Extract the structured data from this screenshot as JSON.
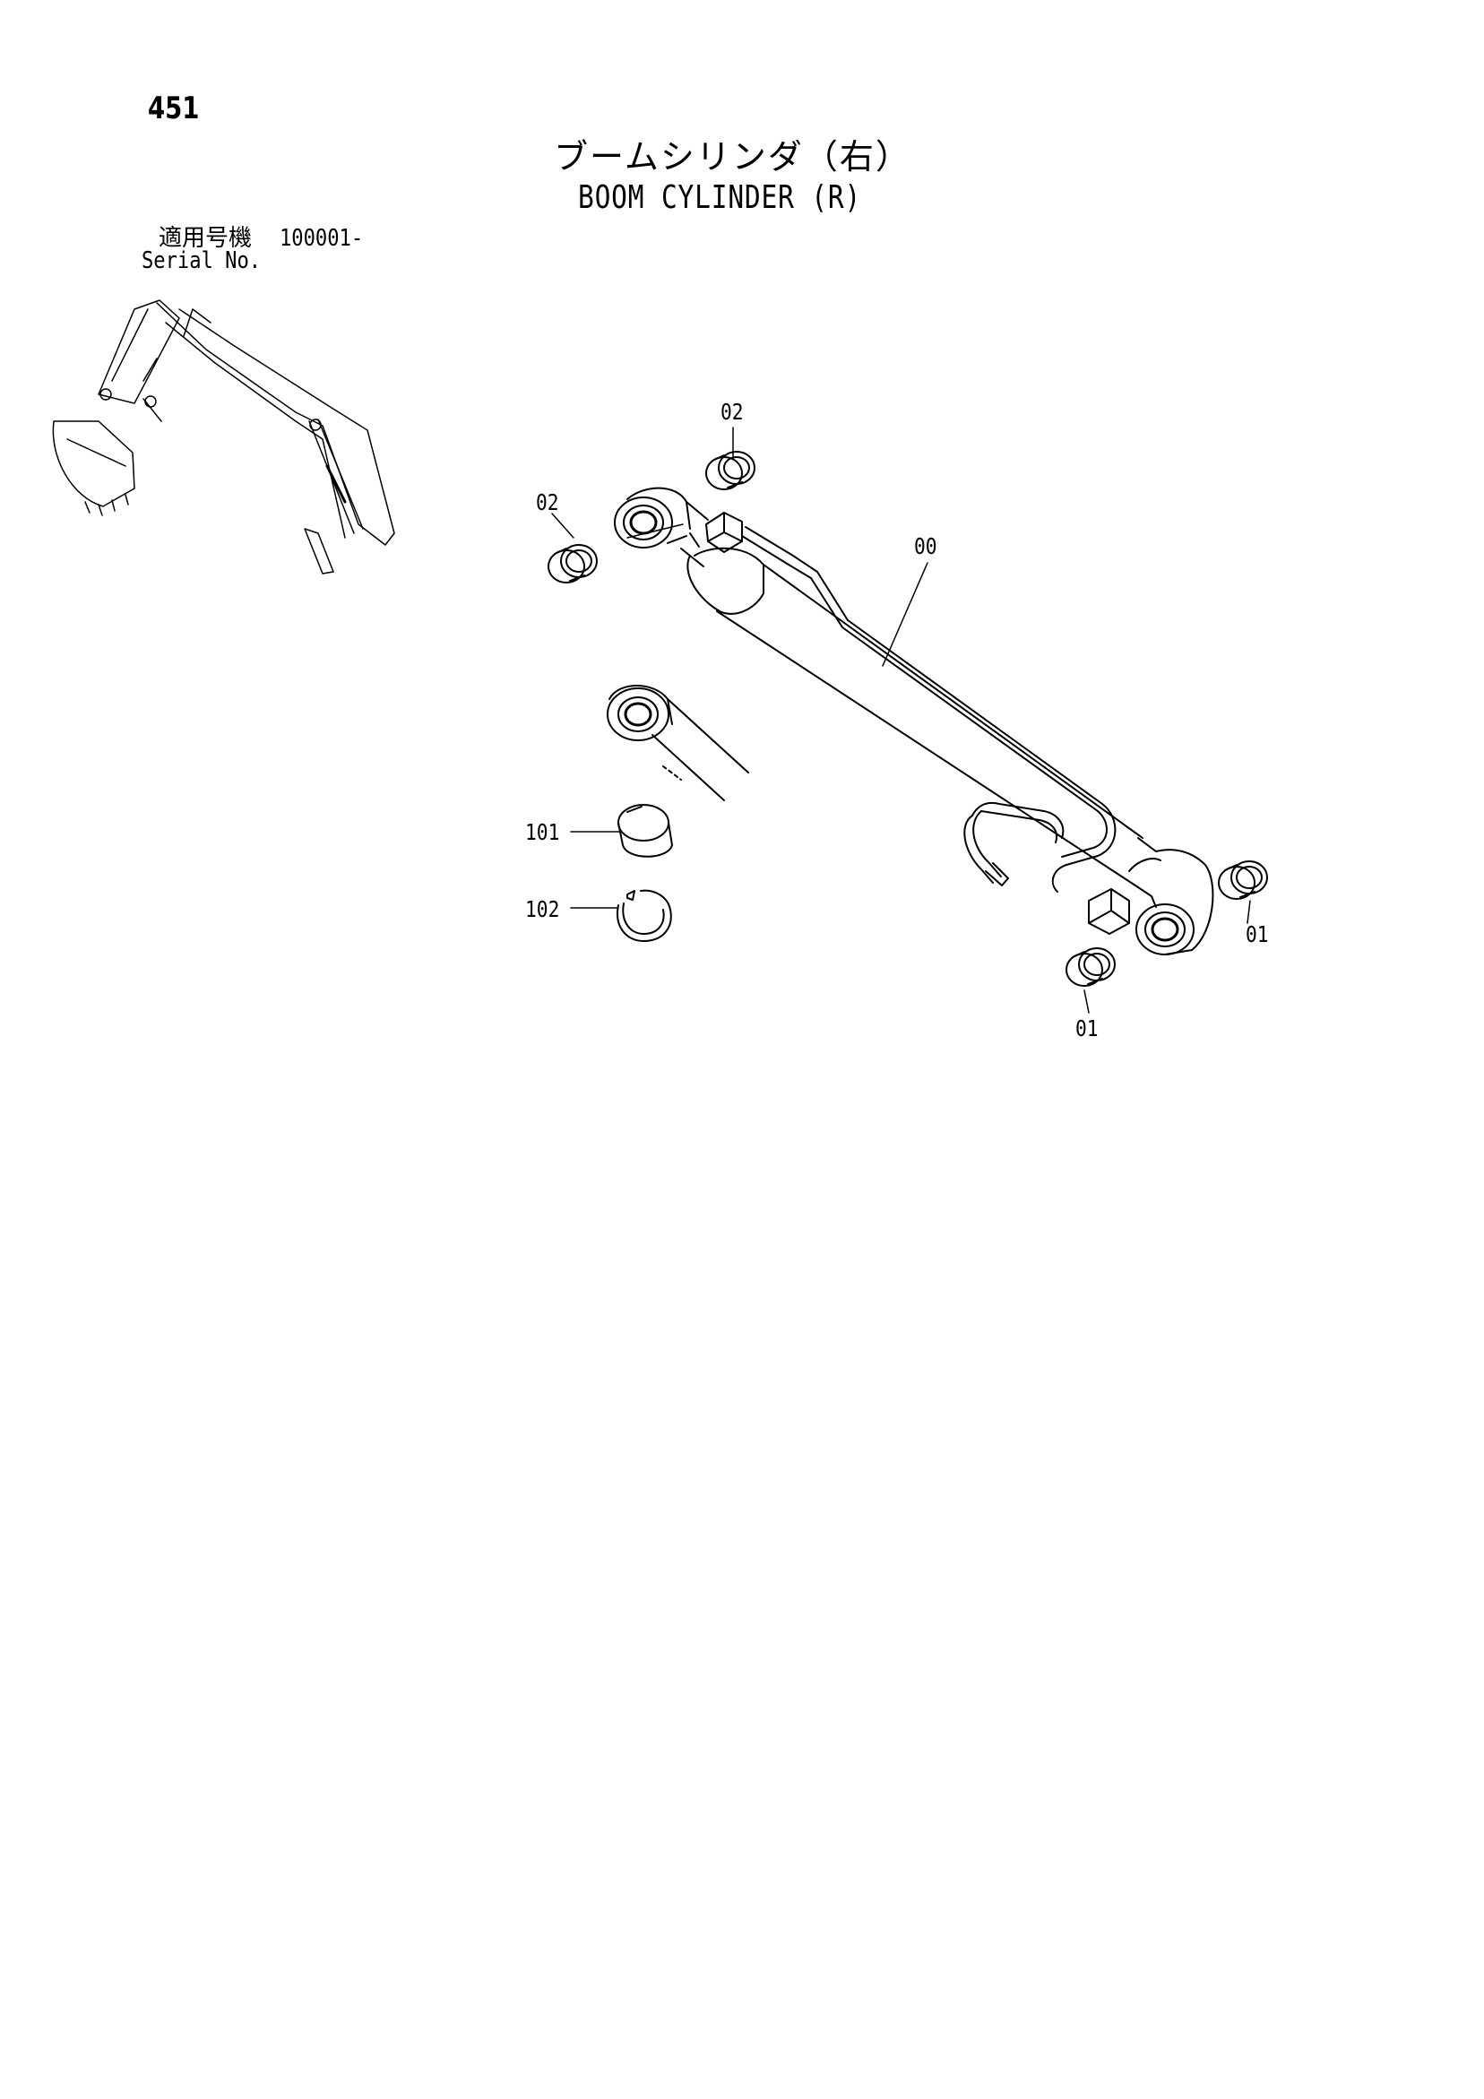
{
  "page": {
    "number": "451"
  },
  "title": {
    "japanese": "ブームシリンダ（右）",
    "english": "BOOM CYLINDER (R)"
  },
  "serial": {
    "label_jp": "適用号機",
    "value": "100001-",
    "label_en": "Serial No."
  },
  "callouts": {
    "c02_top": "02",
    "c02_left": "02",
    "c00": "00",
    "c101": "101",
    "c102": "102",
    "c01_right": "01",
    "c01_bottom": "01"
  }
}
